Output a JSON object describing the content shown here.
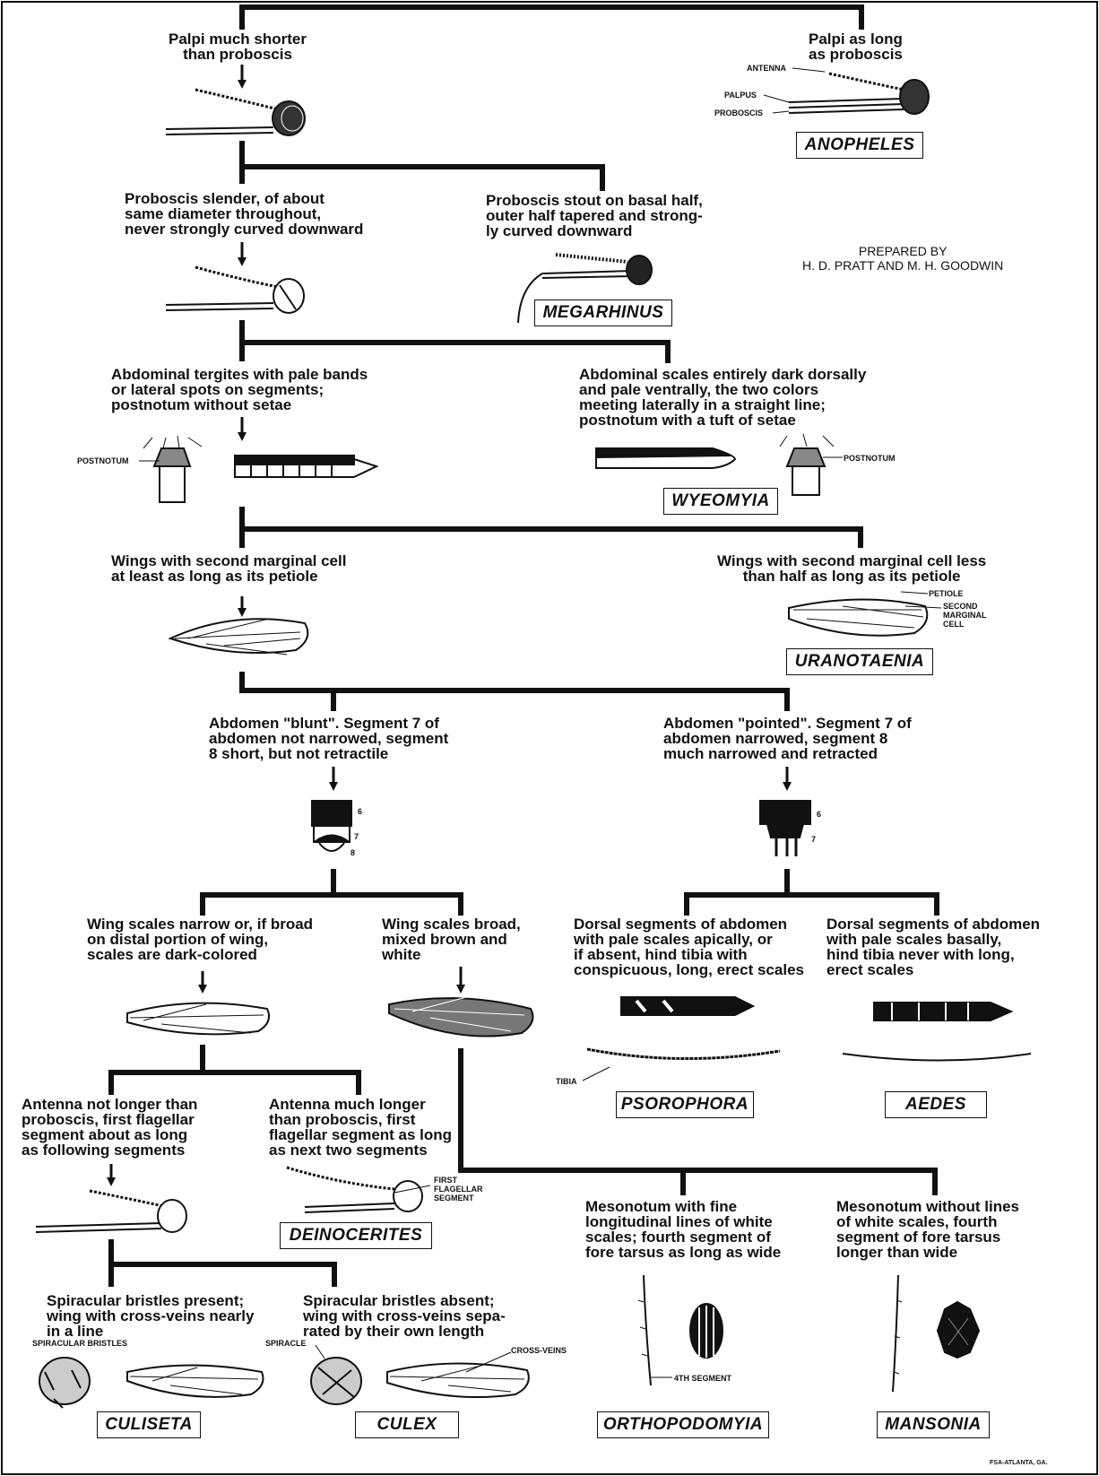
{
  "palette": {
    "ink": "#111111",
    "paper": "#ffffff"
  },
  "couplets": {
    "c1_left": "Palpi much shorter\nthan proboscis",
    "c1_right": "Palpi as long\nas proboscis",
    "c2_left": "Proboscis slender, of about\nsame diameter throughout,\nnever strongly curved downward",
    "c2_right": "Proboscis stout on basal half,\nouter half tapered and strong-\nly curved downward",
    "c3_left": "Abdominal tergites with pale bands\nor lateral spots on segments;\npostnotum without setae",
    "c3_right": "Abdominal scales entirely dark dorsally\nand pale ventrally, the two colors\nmeeting laterally in a straight line;\npostnotum with a tuft of setae",
    "c4_left": "Wings with second marginal cell\nat least as long as its petiole",
    "c4_right": "Wings with second marginal cell less\nthan half as long as its petiole",
    "c5_left": "Abdomen \"blunt\". Segment 7 of\nabdomen not narrowed, segment\n8 short, but not retractile",
    "c5_right": "Abdomen \"pointed\". Segment 7 of\nabdomen narrowed, segment 8\nmuch narrowed and retracted",
    "c6_left": "Wing scales narrow or, if broad\non distal portion of wing,\nscales are dark-colored",
    "c6_right": "Wing scales broad,\nmixed brown and\nwhite",
    "c7_left": "Dorsal segments of abdomen\nwith pale scales apically, or\nif absent, hind tibia with\nconspicuous, long, erect scales",
    "c7_right": "Dorsal segments of abdomen\nwith pale scales basally,\nhind tibia never with long,\nerect scales",
    "c8_left": "Antenna not longer than\nproboscis, first flagellar\nsegment about as long\nas following segments",
    "c8_right": "Antenna much longer\nthan proboscis, first\nflagellar segment as long\nas next two segments",
    "c9_left": "Mesonotum with fine\nlongitudinal lines of white\nscales; fourth segment of\nfore tarsus as long as wide",
    "c9_right": "Mesonotum without lines\nof white scales, fourth\nsegment of fore tarsus\nlonger than wide",
    "c10_left": "Spiracular bristles present;\nwing with cross-veins nearly\nin a line",
    "c10_right": "Spiracular bristles absent;\nwing with cross-veins sepa-\nrated by their own length"
  },
  "genera": {
    "anopheles": "ANOPHELES",
    "megarhinus": "MEGARHINUS",
    "wyeomyia": "WYEOMYIA",
    "uranotaenia": "URANOTAENIA",
    "psorophora": "PSOROPHORA",
    "aedes": "AEDES",
    "deinocerites": "DEINOCERITES",
    "culiseta": "CULISETA",
    "culex": "CULEX",
    "orthopodomyia": "ORTHOPODOMYIA",
    "mansonia": "MANSONIA"
  },
  "labels": {
    "antenna": "ANTENNA",
    "palpus": "PALPUS",
    "proboscis": "PROBOSCIS",
    "postnotum_left": "POSTNOTUM",
    "postnotum_right": "POSTNOTUM",
    "petiole": "PETIOLE",
    "second_marginal_cell": "SECOND\nMARGINAL\nCELL",
    "seg6_left": "6",
    "seg7_left": "7",
    "seg8_left": "8",
    "seg6_right": "6",
    "seg7_right": "7",
    "tibia": "TIBIA",
    "first_flagellar": "FIRST\nFLAGELLAR\nSEGMENT",
    "spiracular_bristles": "SPIRACULAR BRISTLES",
    "spiracle": "SPIRACLE",
    "cross_veins": "CROSS-VEINS",
    "fourth_segment": "4TH SEGMENT"
  },
  "credit": "PREPARED BY\nH. D. PRATT AND M. H. GOODWIN",
  "footer": "FSA-ATLANTA, GA."
}
